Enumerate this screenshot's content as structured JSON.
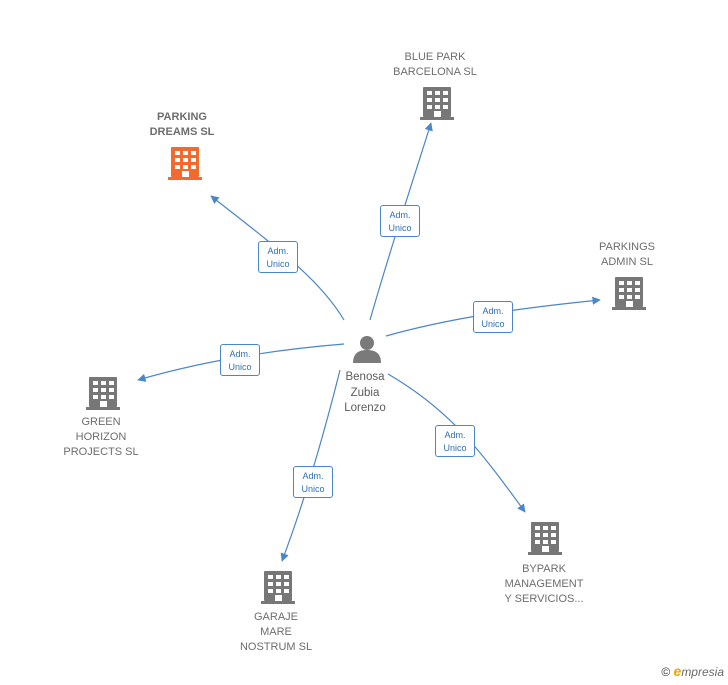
{
  "center": {
    "name_lines": "Benosa\nZubia\nLorenzo",
    "icon": "person-icon"
  },
  "nodes": [
    {
      "id": "parking-dreams",
      "label": "PARKING\nDREAMS  SL",
      "highlight": true,
      "color": "#f26a2e"
    },
    {
      "id": "blue-park",
      "label": "BLUE PARK\nBARCELONA  SL",
      "highlight": false,
      "color": "#777777"
    },
    {
      "id": "parkings-admin",
      "label": "PARKINGS\nADMIN  SL",
      "highlight": false,
      "color": "#777777"
    },
    {
      "id": "green-horizon",
      "label": "GREEN\nHORIZON\nPROJECTS  SL",
      "highlight": false,
      "color": "#777777"
    },
    {
      "id": "bypark",
      "label": "BYPARK\nMANAGEMENT\nY SERVICIOS...",
      "highlight": false,
      "color": "#777777"
    },
    {
      "id": "garaje-mare",
      "label": "GARAJE\nMARE\nNOSTRUM SL",
      "highlight": false,
      "color": "#777777"
    }
  ],
  "edges": [
    {
      "to": "parking-dreams",
      "label": "Adm.\nUnico"
    },
    {
      "to": "blue-park",
      "label": "Adm.\nUnico"
    },
    {
      "to": "parkings-admin",
      "label": "Adm.\nUnico"
    },
    {
      "to": "green-horizon",
      "label": "Adm.\nUnico"
    },
    {
      "to": "bypark",
      "label": "Adm.\nUnico"
    },
    {
      "to": "garaje-mare",
      "label": "Adm.\nUnico"
    }
  ],
  "colors": {
    "edge": "#4a86c8",
    "center_icon": "#7a7a7a"
  },
  "credit": {
    "symbol": "©",
    "brand_first": "e",
    "brand_rest": "mpresia"
  }
}
